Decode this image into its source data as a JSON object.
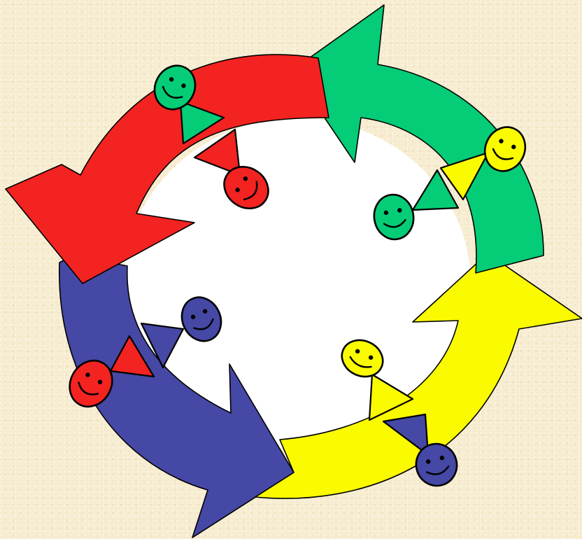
{
  "colors": {
    "background": "#f6ebcd",
    "ring_center": "#ffffff",
    "outline": "#000000",
    "red": "#f22320",
    "green": "#05cc76",
    "yellow": "#fbfb00",
    "blue": "#4548a4"
  },
  "diagram": {
    "type": "cycle",
    "segments": [
      {
        "id": "red-arrow",
        "color": "red"
      },
      {
        "id": "green-arrow",
        "color": "green"
      },
      {
        "id": "yellow-arrow",
        "color": "yellow"
      },
      {
        "id": "blue-arrow",
        "color": "blue"
      }
    ],
    "figures": [
      {
        "id": "figure-green-head-on-red",
        "head": "green",
        "body": "green",
        "expression": "smile"
      },
      {
        "id": "figure-red-inner",
        "head": "red",
        "body": "red",
        "expression": "smile"
      },
      {
        "id": "figure-yellow-head-on-green",
        "head": "yellow",
        "body": "yellow",
        "expression": "smile"
      },
      {
        "id": "figure-green-inner",
        "head": "green",
        "body": "green",
        "expression": "smile"
      },
      {
        "id": "figure-blue-inner",
        "head": "blue",
        "body": "blue",
        "expression": "smile"
      },
      {
        "id": "figure-red-on-blue",
        "head": "red",
        "body": "red",
        "expression": "smile"
      },
      {
        "id": "figure-yellow-inner",
        "head": "yellow",
        "body": "yellow",
        "expression": "smile"
      },
      {
        "id": "figure-blue-on-yellow",
        "head": "blue",
        "body": "blue",
        "expression": "smile"
      }
    ]
  }
}
